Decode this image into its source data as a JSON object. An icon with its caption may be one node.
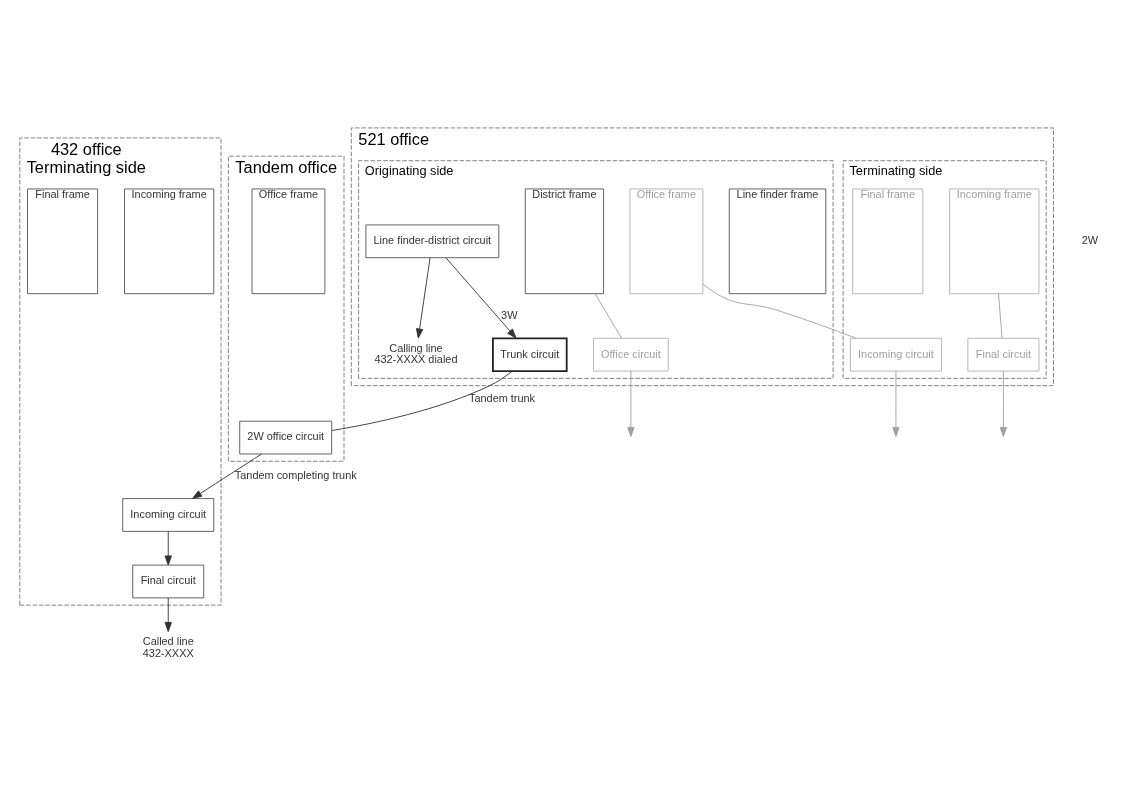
{
  "diagram": {
    "nodes": [
      {
        "text": [
          "Tandem office"
        ]
      },
      {
        "text": [
          "Office frame"
        ],
        "in": 0
      },
      {
        "text": [
          "2W office circuit"
        ],
        "in": 0
      },
      {
        "text": [
          "432 office",
          "Terminating side"
        ]
      },
      {
        "text": [
          "Incoming frame"
        ],
        "in": 3
      },
      {
        "text": [
          "Final frame"
        ],
        "in": 3
      },
      {
        "text": [
          "Incoming circuit"
        ],
        "in": 3
      },
      {
        "text": [
          "Final circuit"
        ],
        "in": 3
      },
      {
        "text": [
          "Called line"
        ],
        "beside": [
          "432-XXXX"
        ]
      },
      {
        "text": [
          "521 office"
        ]
      },
      {
        "text": [
          "Originating side"
        ],
        "in": 9
      },
      {
        "text": [
          "Terminating side"
        ],
        "in": 9
      },
      {
        "text": [
          "Line finder frame"
        ],
        "in": 10
      },
      {
        "text": [
          "District frame"
        ],
        "in": 10
      },
      {
        "text": [
          "Trunk circuit"
        ],
        "in": 10
      },
      {
        "text": [
          "Line finder-district circuit"
        ],
        "in": 10
      },
      {
        "text": [
          "Calling line"
        ],
        "beside": [
          "432-XXXX dialed"
        ],
        "in": 10
      },
      {
        "text": [
          "Office frame"
        ],
        "in": 10
      },
      {
        "text": [
          "Office circuit"
        ],
        "in": 10
      },
      {
        "text": [
          "Incoming frame"
        ],
        "in": 11
      },
      {
        "text": [
          "Final frame"
        ],
        "in": 11
      },
      {
        "text": [
          "Incoming circuit"
        ],
        "in": 11
      },
      {
        "text": [
          "Final circuit"
        ],
        "in": 11
      }
    ],
    "edges": [
      {
        "from": 14,
        "to": 2,
        "arrow": "none",
        "label": "Tandem trunk"
      },
      {
        "from": 2,
        "to": 6,
        "arrow": "to",
        "label": "Tandem completing trunk"
      },
      {
        "from": 6,
        "to": 7,
        "arrow": "to"
      },
      {
        "from": 7,
        "to": 8,
        "arrow": "to"
      },
      {
        "from": 15,
        "to": 16,
        "arrow": "to"
      },
      {
        "from": 15,
        "to": 14,
        "arrow": "to",
        "label": "3W"
      },
      {
        "from": 13,
        "to": 18,
        "arrow": "none",
        "color": "#a0a0a0"
      },
      {
        "from": 18,
        "to": null,
        "arrow": "to",
        "color": "#a0a0a0"
      },
      {
        "from": 17,
        "to": 21,
        "arrow": "none",
        "color": "#a0a0a0"
      },
      {
        "from": 21,
        "to": null,
        "arrow": "to",
        "color": "#a0a0a0"
      },
      {
        "from": 19,
        "to": 22,
        "arrow": "none",
        "color": "#a0a0a0"
      },
      {
        "from": 22,
        "to": null,
        "arrow": "to",
        "color": "#a0a0a0"
      }
    ],
    "labels": [
      "2W"
    ]
  }
}
